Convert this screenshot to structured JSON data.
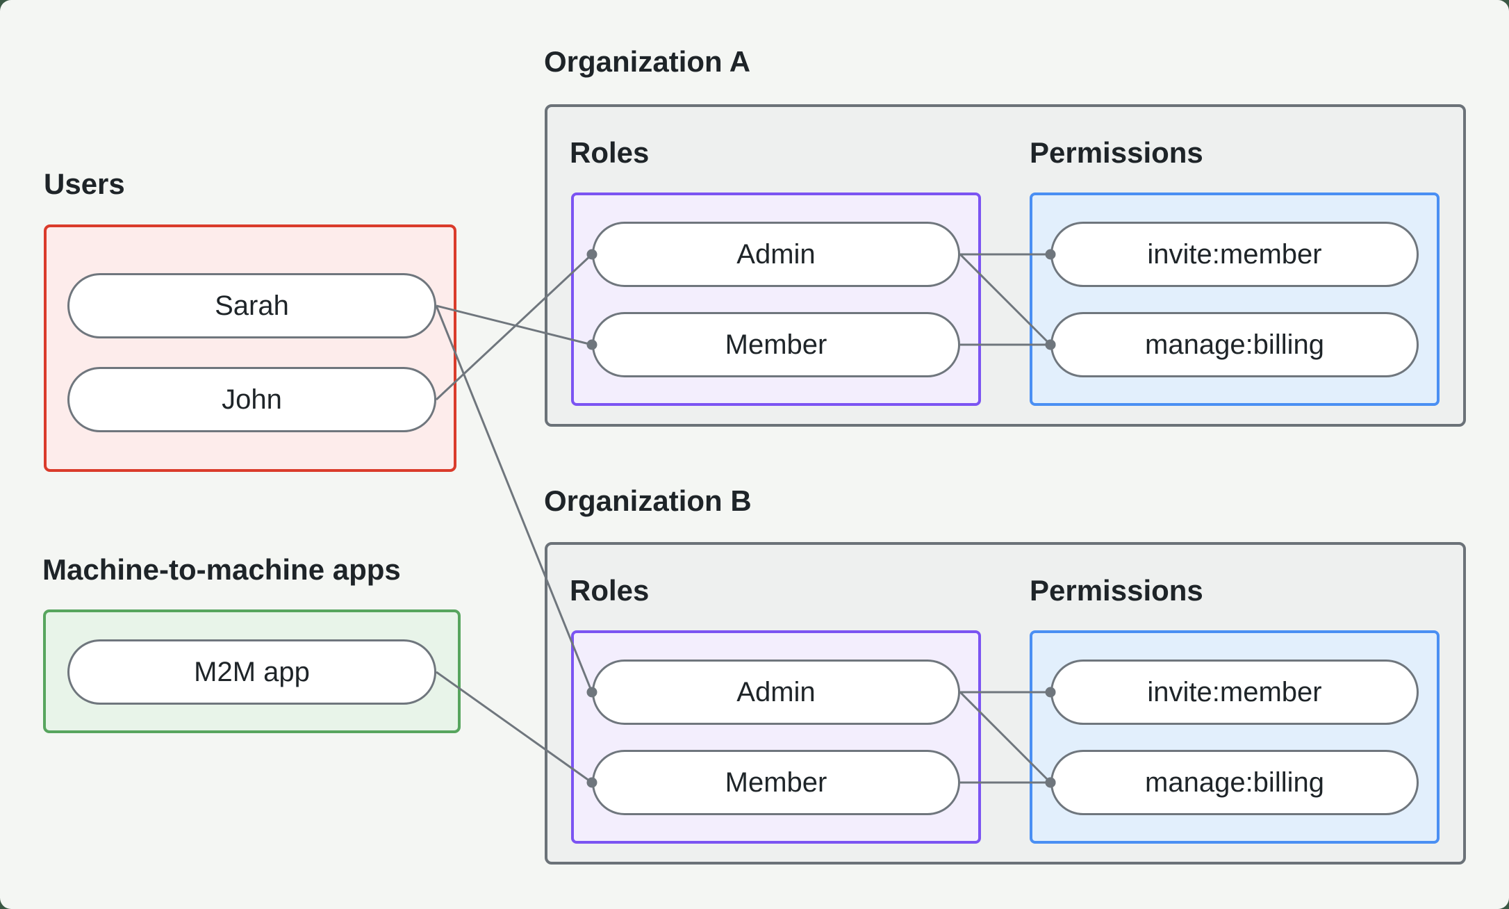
{
  "colors": {
    "page-bg": "#3a5844",
    "card-bg": "#f4f6f3",
    "ink": "#1e2428",
    "connector": "#6f767d",
    "node-fill": "#ffffff",
    "org-fill": "#eef0ef",
    "org-border": "#6b7278",
    "users-border": "#da3b2b",
    "users-fill": "#fdeceb",
    "m2m-border": "#57a55e",
    "m2m-fill": "#e8f4e9",
    "roles-border": "#7b54f2",
    "roles-fill": "#f3eefd",
    "permissions-border": "#4a8ff3",
    "permissions-fill": "#e2effc"
  },
  "left_panel": {
    "users": {
      "label": "Users",
      "nodes": [
        {
          "id": "sarah",
          "label": "Sarah"
        },
        {
          "id": "john",
          "label": "John"
        }
      ]
    },
    "m2m": {
      "label": "Machine-to-machine apps",
      "nodes": [
        {
          "id": "m2m-app",
          "label": "M2M app"
        }
      ]
    }
  },
  "orgs": [
    {
      "label": "Organization A",
      "roles": {
        "label": "Roles",
        "nodes": [
          {
            "id": "orgA-admin",
            "label": "Admin"
          },
          {
            "id": "orgA-member",
            "label": "Member"
          }
        ]
      },
      "permissions": {
        "label": "Permissions",
        "nodes": [
          {
            "id": "orgA-invite-member",
            "label": "invite:member"
          },
          {
            "id": "orgA-manage-billing",
            "label": "manage:billing"
          }
        ]
      }
    },
    {
      "label": "Organization B",
      "roles": {
        "label": "Roles",
        "nodes": [
          {
            "id": "orgB-admin",
            "label": "Admin"
          },
          {
            "id": "orgB-member",
            "label": "Member"
          }
        ]
      },
      "permissions": {
        "label": "Permissions",
        "nodes": [
          {
            "id": "orgB-invite-member",
            "label": "invite:member"
          },
          {
            "id": "orgB-manage-billing",
            "label": "manage:billing"
          }
        ]
      }
    }
  ],
  "connections": [
    {
      "from": "sarah",
      "to": "orgA-member"
    },
    {
      "from": "john",
      "to": "orgA-admin"
    },
    {
      "from": "sarah",
      "to": "orgB-admin"
    },
    {
      "from": "m2m-app",
      "to": "orgB-member"
    },
    {
      "from": "orgA-admin",
      "to": "orgA-invite-member"
    },
    {
      "from": "orgA-admin",
      "to": "orgA-manage-billing"
    },
    {
      "from": "orgA-member",
      "to": "orgA-manage-billing"
    },
    {
      "from": "orgB-admin",
      "to": "orgB-invite-member"
    },
    {
      "from": "orgB-admin",
      "to": "orgB-manage-billing"
    },
    {
      "from": "orgB-member",
      "to": "orgB-manage-billing"
    }
  ],
  "connector_style": {
    "line_width": 3,
    "dot_radius": 7.5
  }
}
